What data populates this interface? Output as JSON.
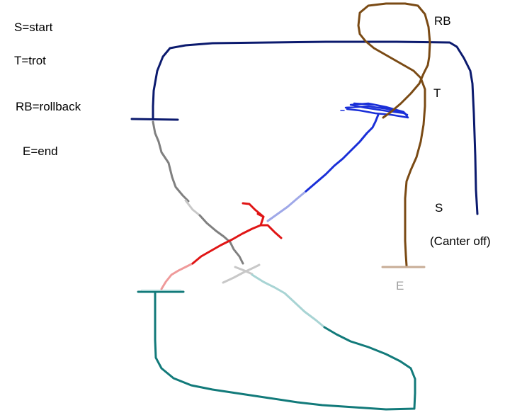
{
  "legend": {
    "start": "S=start",
    "trot": "T=trot",
    "rollback": "RB=rollback",
    "end": "E=end"
  },
  "markers": {
    "rollback": "RB",
    "trot": "T",
    "start": "S",
    "note": "(Canter off)",
    "end": "E"
  },
  "colors": {
    "navy": "#0b1a6e",
    "brown": "#7a4a14",
    "tan": "#c8ad96",
    "gray": "#808080",
    "light_gray": "#c8c8c8",
    "red": "#e01515",
    "pink": "#ef9a9a",
    "blue": "#1a2fd8",
    "periwinkle": "#9fa8e8",
    "teal": "#127a7a",
    "light_teal": "#a8d4d4",
    "end_label": "#a0a0a0"
  }
}
